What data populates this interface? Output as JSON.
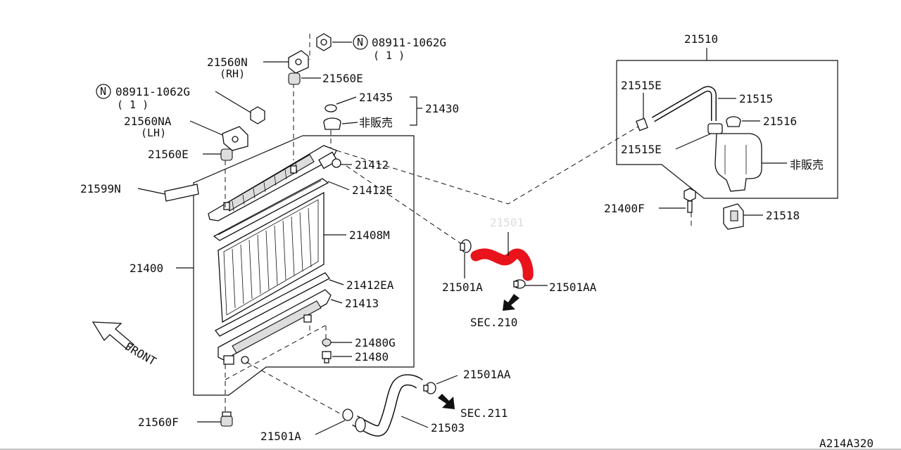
{
  "labels": {
    "assembly_21510": "21510",
    "nut_code_top": "08911-1062G",
    "nut_qty_top": "( 1 )",
    "mount_21560N": "21560N",
    "mount_rh": "(RH)",
    "mount_21560E_top": "21560E",
    "nut_code_left": "08911-1062G",
    "nut_qty_left": "( 1 )",
    "cap_21435": "21435",
    "cap_21430": "21430",
    "not_for_sale_1": "非販売",
    "mount_21560NA": "21560NA",
    "mount_lh": "(LH)",
    "mount_21560E_left": "21560E",
    "pipe_21412": "21412",
    "label_21599N": "21599N",
    "seal_21412E": "21412E",
    "core_21408M": "21408M",
    "radiator_21400": "21400",
    "seal_21412EA": "21412EA",
    "tank_21413": "21413",
    "drain_21480G": "21480G",
    "drain_21480": "21480",
    "clamp_21501A_upper": "21501A",
    "clamp_21501AA_upper": "21501AA",
    "sec_210": "SEC.210",
    "upper_hose_21501": "21501",
    "clip_21515E_top": "21515E",
    "hose_21515": "21515",
    "cap_21516": "21516",
    "clip_21515E_bottom": "21515E",
    "not_for_sale_2": "非販売",
    "bolt_21400F": "21400F",
    "bracket_21518": "21518",
    "clamp_21501AA_lower": "21501AA",
    "sec_211": "SEC.211",
    "mount_21560F": "21560F",
    "clamp_21501A_lower": "21501A",
    "lower_hose_21503": "21503",
    "front_label": "FRONT",
    "diagram_code": "A214A320",
    "circle_n": "N"
  },
  "colors": {
    "highlight_hose": "#e8131b",
    "line": "#111111"
  },
  "icons": {
    "front_arrow": "hollow-arrow-icon",
    "sec210_arrow": "solid-arrow-icon",
    "sec211_arrow": "solid-arrow-icon"
  }
}
